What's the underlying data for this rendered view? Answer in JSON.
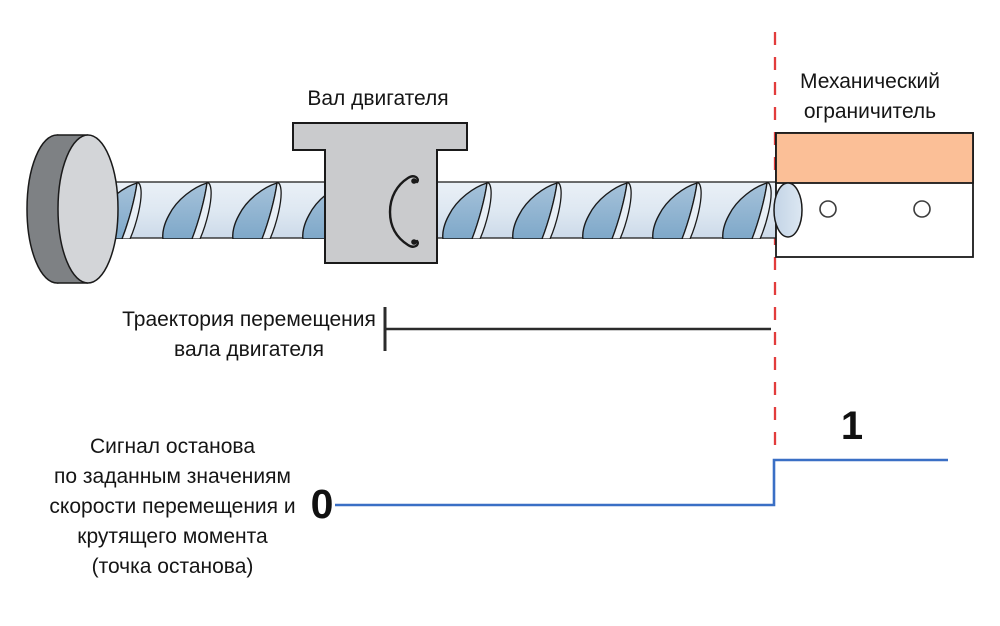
{
  "diagram": {
    "labels": {
      "motor_shaft": "Вал двигателя",
      "mechanical_limiter": "Механический\nограничитель",
      "trajectory": "Траектория перемещения\nвала двигателя",
      "stop_signal": "Сигнал останова\nпо заданным значениям\nскорости перемещения и\nкрутящего момента\n(точка останова)",
      "signal_level_low": "0",
      "signal_level_high": "1"
    },
    "colors": {
      "stop_position_dash": "#e23c3c",
      "signal_line": "#3a6fc5",
      "limiter_top": "#fbbf97",
      "machine_body": "#cacbcd",
      "screw_blade_dark": "#8fb3d2",
      "screw_blade_light": "#e8eff6",
      "shaft_fill_top": "#eaf0f7",
      "shaft_fill_bottom": "#ccdae9",
      "disk_front": "#d3d5d8",
      "disk_side": "#7e8184",
      "outline": "#1a1a1a"
    }
  }
}
